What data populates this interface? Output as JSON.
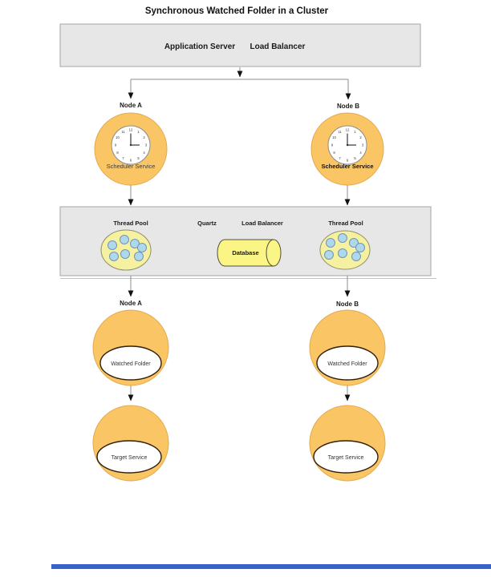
{
  "title": "Synchronous Watched Folder in a Cluster",
  "application_server_box": {
    "application_server": "Application Server",
    "load_balancer": "Load Balancer"
  },
  "scheduler_tier": {
    "node_a_label": "Node A",
    "node_b_label": "Node B",
    "node_a_service": "Scheduler Service",
    "node_b_service": "Scheduler Service"
  },
  "cluster_band": {
    "thread_pool_left_label": "Thread Pool",
    "thread_pool_right_label": "Thread Pool",
    "quartz_label": "Quartz",
    "load_balancer_label": "Load Balancer",
    "database_label": "Database"
  },
  "watched_folder_tier": {
    "node_a_label": "Node A",
    "node_b_label": "Node B",
    "node_a_service": "Watched Folder",
    "node_b_service": "Watched Folder"
  },
  "target_tier": {
    "left_service": "Target Service",
    "right_service": "Target Service"
  },
  "clock": {
    "numbers": [
      "12",
      "1",
      "2",
      "3",
      "4",
      "5",
      "6",
      "7",
      "8",
      "9",
      "10",
      "11"
    ]
  },
  "icons": {
    "clock": "clock-icon",
    "thread_pool": "thread-pool-icon",
    "database": "database-cylinder-icon",
    "arrow": "arrow-down-icon"
  },
  "colors": {
    "node_fill": "#F9C565",
    "node_stroke": "#E5A94E",
    "band_fill": "#E7E7E7",
    "band_stroke": "#A6A6A6",
    "pool_fill": "#F6F1A1",
    "thread_fill": "#AFD8ED",
    "database_fill": "#FAF584",
    "footer_bar": "#3A63C9"
  }
}
